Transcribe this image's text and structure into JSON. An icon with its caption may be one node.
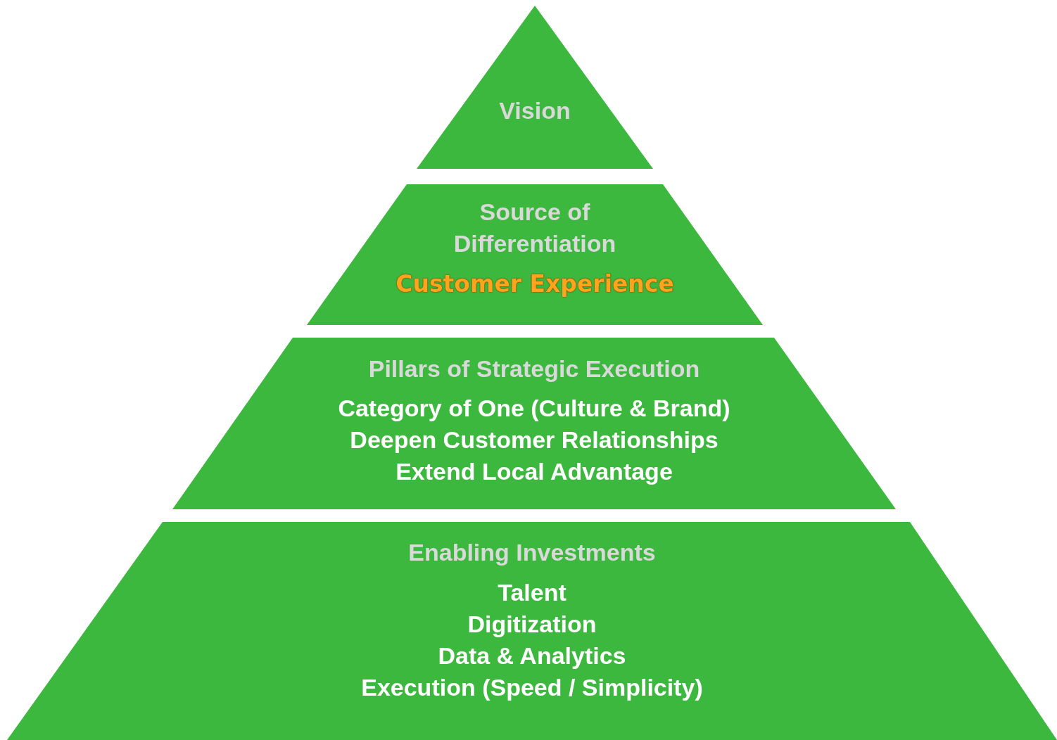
{
  "diagram": {
    "nodes": [
      {
        "text": [
          "Vision"
        ]
      },
      {
        "text": [
          "Source of Differentiation",
          "Customer Experience"
        ]
      },
      {
        "text": [
          "Pillars of Strategic Execution",
          "Category of One (Culture & Brand)",
          "Deepen Customer Relationships",
          "Extend Local Advantage"
        ]
      },
      {
        "text": [
          "Enabling Investments",
          "Talent",
          "Digitization",
          "Data & Analytics",
          "Execution (Speed / Simplicity)"
        ]
      }
    ]
  }
}
